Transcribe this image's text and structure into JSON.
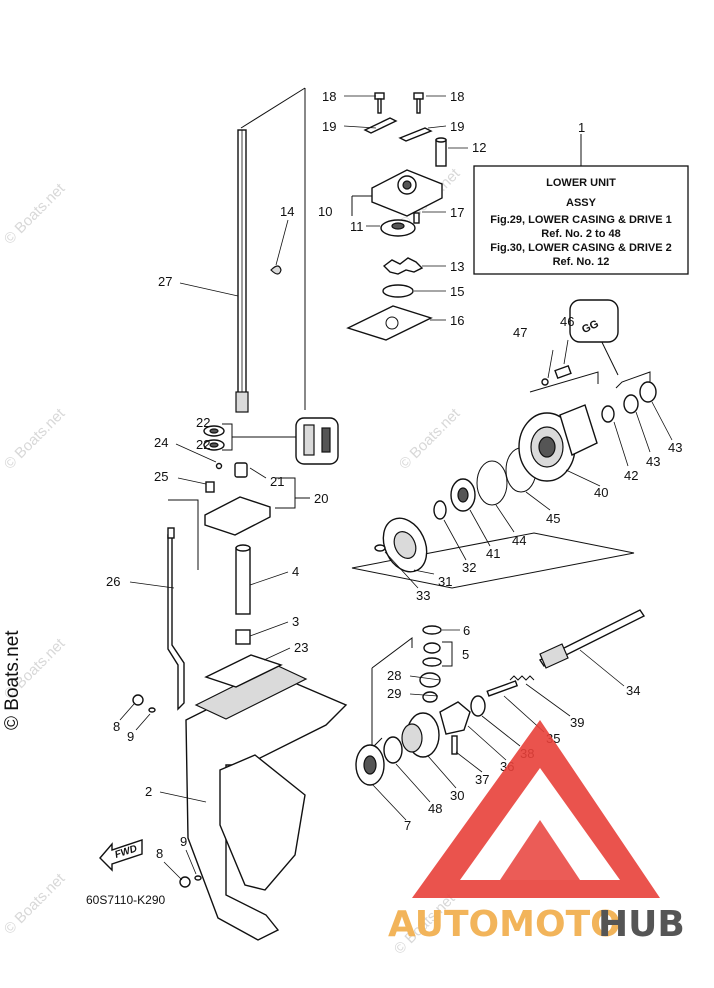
{
  "info_box": {
    "ref_no": "1",
    "title": "LOWER UNIT",
    "subtitle": "ASSY",
    "line1": "Fig.29, LOWER CASING & DRIVE 1",
    "line2": "Ref. No. 2 to 48",
    "line3": "Fig.30, LOWER CASING & DRIVE 2",
    "line4": "Ref. No. 12"
  },
  "callouts": [
    {
      "id": "c18a",
      "text": "18"
    },
    {
      "id": "c18b",
      "text": "18"
    },
    {
      "id": "c19a",
      "text": "19"
    },
    {
      "id": "c19b",
      "text": "19"
    },
    {
      "id": "c12",
      "text": "12"
    },
    {
      "id": "c10",
      "text": "10"
    },
    {
      "id": "c11",
      "text": "11"
    },
    {
      "id": "c17",
      "text": "17"
    },
    {
      "id": "c13",
      "text": "13"
    },
    {
      "id": "c15",
      "text": "15"
    },
    {
      "id": "c16",
      "text": "16"
    },
    {
      "id": "c14",
      "text": "14"
    },
    {
      "id": "c27",
      "text": "27"
    },
    {
      "id": "c22a",
      "text": "22"
    },
    {
      "id": "c22b",
      "text": "22"
    },
    {
      "id": "c24",
      "text": "24"
    },
    {
      "id": "c21",
      "text": "21"
    },
    {
      "id": "c25",
      "text": "25"
    },
    {
      "id": "c20",
      "text": "20"
    },
    {
      "id": "c46",
      "text": "46"
    },
    {
      "id": "c47",
      "text": "47"
    },
    {
      "id": "c42",
      "text": "42"
    },
    {
      "id": "c43a",
      "text": "43"
    },
    {
      "id": "c43b",
      "text": "43"
    },
    {
      "id": "c40",
      "text": "40"
    },
    {
      "id": "c45",
      "text": "45"
    },
    {
      "id": "c44",
      "text": "44"
    },
    {
      "id": "c41",
      "text": "41"
    },
    {
      "id": "c32",
      "text": "32"
    },
    {
      "id": "c31",
      "text": "31"
    },
    {
      "id": "c33",
      "text": "33"
    },
    {
      "id": "c26",
      "text": "26"
    },
    {
      "id": "c4",
      "text": "4"
    },
    {
      "id": "c3",
      "text": "3"
    },
    {
      "id": "c23",
      "text": "23"
    },
    {
      "id": "c6",
      "text": "6"
    },
    {
      "id": "c5",
      "text": "5"
    },
    {
      "id": "c28",
      "text": "28"
    },
    {
      "id": "c29",
      "text": "29"
    },
    {
      "id": "c34",
      "text": "34"
    },
    {
      "id": "c8a",
      "text": "8"
    },
    {
      "id": "c9a",
      "text": "9"
    },
    {
      "id": "c39",
      "text": "39"
    },
    {
      "id": "c35",
      "text": "35"
    },
    {
      "id": "c38",
      "text": "38"
    },
    {
      "id": "c36",
      "text": "36"
    },
    {
      "id": "c37",
      "text": "37"
    },
    {
      "id": "c30",
      "text": "30"
    },
    {
      "id": "c48",
      "text": "48"
    },
    {
      "id": "c7",
      "text": "7"
    },
    {
      "id": "c2",
      "text": "2"
    },
    {
      "id": "c8b",
      "text": "8"
    },
    {
      "id": "c9b",
      "text": "9"
    }
  ],
  "diagram_code": "60S7110-K290",
  "fwd_label": "FWD",
  "grease_label": "GG",
  "watermark_text": "© Boats.net",
  "side_watermark": "© Boats.net",
  "brand": {
    "part1": "AUTOMOTO",
    "part2": "HUB",
    "color1": "#f2b45a",
    "color2": "#555555",
    "logo_color": "#e8403a"
  }
}
